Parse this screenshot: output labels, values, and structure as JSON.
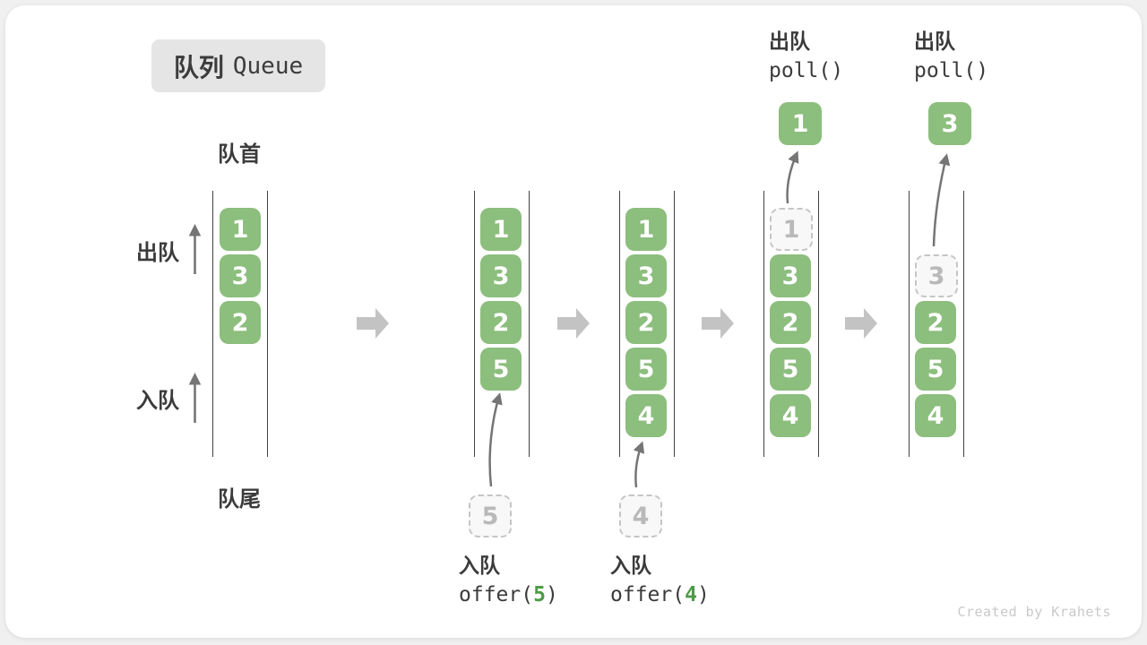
{
  "title": {
    "zh": "队列",
    "en": "Queue"
  },
  "side_labels": {
    "front": "队首",
    "rear": "队尾",
    "dequeue": "出队",
    "enqueue": "入队"
  },
  "queues": [
    {
      "cells": [
        {
          "value": "1",
          "style": "solid",
          "slot": 0
        },
        {
          "value": "3",
          "style": "solid",
          "slot": 1
        },
        {
          "value": "2",
          "style": "solid",
          "slot": 2
        }
      ]
    },
    {
      "cells": [
        {
          "value": "1",
          "style": "solid",
          "slot": 0
        },
        {
          "value": "3",
          "style": "solid",
          "slot": 1
        },
        {
          "value": "2",
          "style": "solid",
          "slot": 2
        },
        {
          "value": "5",
          "style": "solid",
          "slot": 3
        }
      ]
    },
    {
      "cells": [
        {
          "value": "1",
          "style": "solid",
          "slot": 0
        },
        {
          "value": "3",
          "style": "solid",
          "slot": 1
        },
        {
          "value": "2",
          "style": "solid",
          "slot": 2
        },
        {
          "value": "5",
          "style": "solid",
          "slot": 3
        },
        {
          "value": "4",
          "style": "solid",
          "slot": 4
        }
      ]
    },
    {
      "cells": [
        {
          "value": "1",
          "style": "dashed",
          "slot": 0
        },
        {
          "value": "3",
          "style": "solid",
          "slot": 1
        },
        {
          "value": "2",
          "style": "solid",
          "slot": 2
        },
        {
          "value": "5",
          "style": "solid",
          "slot": 3
        },
        {
          "value": "4",
          "style": "solid",
          "slot": 4
        }
      ]
    },
    {
      "cells": [
        {
          "value": "3",
          "style": "dashed",
          "slot": 1
        },
        {
          "value": "2",
          "style": "solid",
          "slot": 2
        },
        {
          "value": "5",
          "style": "solid",
          "slot": 3
        },
        {
          "value": "4",
          "style": "solid",
          "slot": 4
        }
      ]
    }
  ],
  "bottom_operations": [
    {
      "label": "入队",
      "code_prefix": "offer(",
      "arg": "5",
      "code_suffix": ")",
      "ghost_value": "5"
    },
    {
      "label": "入队",
      "code_prefix": "offer(",
      "arg": "4",
      "code_suffix": ")",
      "ghost_value": "4"
    }
  ],
  "top_operations": [
    {
      "label": "出队",
      "code": "poll()",
      "value": "1"
    },
    {
      "label": "出队",
      "code": "poll()",
      "value": "3"
    }
  ],
  "watermark": "Created by Krahets",
  "colors": {
    "box_green": "#8cbe7d",
    "code_green": "#4e9b47",
    "dashed_gray": "#c5c5c5",
    "block_arrow_gray": "#c3c3c3",
    "thin_arrow_gray": "#757575",
    "wall_dark": "#424242",
    "text_dark": "#3b3b3b",
    "muted": "#b9b9b9",
    "watermark_gray": "#c9c9c9",
    "title_bg": "#e5e5e5"
  }
}
